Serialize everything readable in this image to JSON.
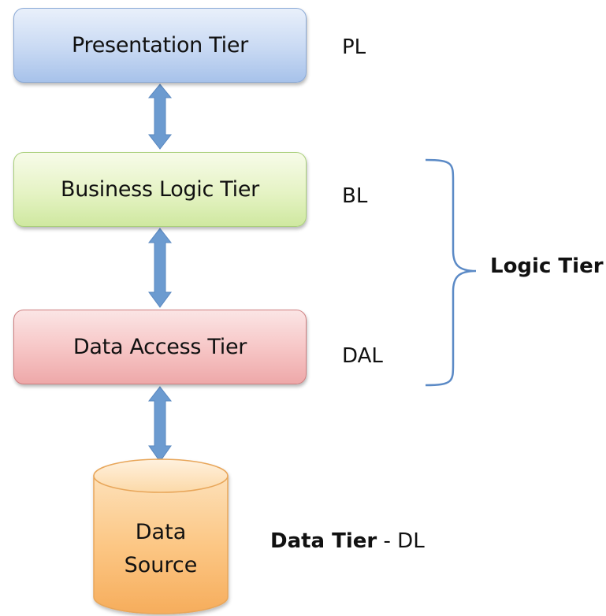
{
  "tiers": {
    "presentation": "Presentation Tier",
    "business": "Business Logic Tier",
    "data_access": "Data Access Tier"
  },
  "abbreviations": {
    "pl": "PL",
    "bl": "BL",
    "dal": "DAL"
  },
  "logic_tier_label": "Logic Tier",
  "data_source": {
    "line1": "Data",
    "line2": "Source"
  },
  "data_tier": {
    "bold": "Data Tier",
    "suffix": " - DL"
  },
  "colors": {
    "arrow": "#6c9bd0",
    "brace": "#5b8ac6",
    "presentation_fill": "#c8d9f3",
    "business_fill": "#e5f3c4",
    "data_access_fill": "#f6c4c4",
    "database_fill": "#fcc785"
  }
}
